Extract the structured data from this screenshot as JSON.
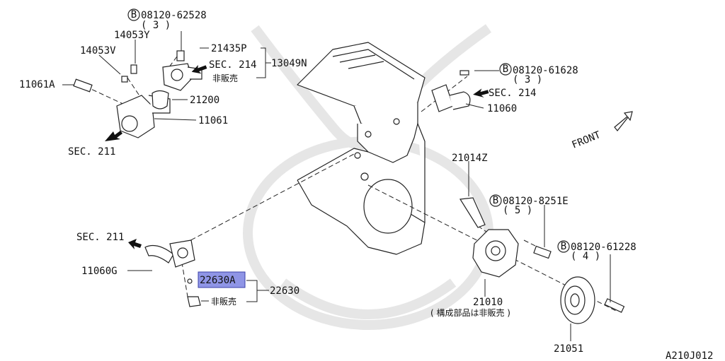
{
  "diagram_code": "A210J012",
  "labels": {
    "bolt_62528": "08120-62528",
    "qty_3a": "( 3 )",
    "p14053Y": "14053Y",
    "p14053V": "14053V",
    "p11061A": "11061A",
    "p21435P": "21435P",
    "sec214_top": "SEC. 214",
    "not_sold_top": "非販売",
    "p13049N": "13049N",
    "p21200": "21200",
    "p11061": "11061",
    "sec211_top": "SEC. 211",
    "bolt_61628": "08120-61628",
    "qty_3b": "( 3 )",
    "sec214_right": "SEC. 214",
    "p11060": "11060",
    "front": "FRONT",
    "p21014Z": "21014Z",
    "bolt_8251E": "08120-8251E",
    "qty_5": "( 5 )",
    "bolt_61228": "08120-61228",
    "qty_4": "( 4 )",
    "sec211_mid": "SEC. 211",
    "p11060G": "11060G",
    "p22630A": "22630A",
    "p22630": "22630",
    "not_sold_bottom": "非販売",
    "p21010": "21010",
    "p21010_note": "( 構成部品は非販売 )",
    "p21051": "21051"
  },
  "colors": {
    "highlight_fill": "#8f95e6",
    "highlight_stroke": "#3b41a8",
    "line": "#222222",
    "watermark": "#e4e4e4"
  },
  "icons": [
    "bolt-b-marker",
    "arrow-icon",
    "front-arrow-icon"
  ]
}
